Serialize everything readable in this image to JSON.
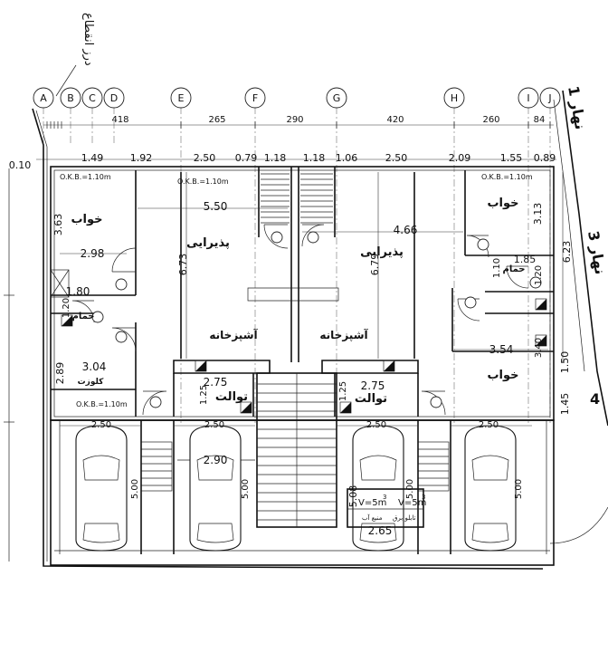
{
  "title": {
    "expansion_joint": "درز انقطاع"
  },
  "grid_axes": [
    "A",
    "B",
    "C",
    "D",
    "E",
    "F",
    "G",
    "H",
    "I",
    "J"
  ],
  "top_dimensions": [
    "418",
    "265",
    "290",
    "420",
    "260",
    "84"
  ],
  "wall_dimensions": [
    "1.49",
    "1.92",
    "2.50",
    "0.79",
    "1.18",
    "1.18",
    "1.06",
    "2.50",
    "2.09",
    "1.55",
    "0.89",
    "0.10"
  ],
  "streets": {
    "street_1": "نهار 1",
    "street_3": "نهار 3",
    "street_4": "4"
  },
  "left_dims": [
    "3.63",
    "2.98",
    "1.80",
    "1.20",
    "2.89",
    "3.04"
  ],
  "right_dims": [
    "3.13",
    "1.85",
    "6.23",
    "1.20",
    "1.10",
    "3.54",
    "3.40",
    "1.50",
    "1.45"
  ],
  "center_dims": [
    "5.50",
    "6.73",
    "4.66",
    "6.79",
    "2.75",
    "1.25",
    "2.75",
    "1.25",
    "2.90",
    "5.08",
    "2.65"
  ],
  "ok_b": [
    "O.K.B.=1.10m",
    "O.K.B.=1.10m",
    "O.K.B.=1.10m",
    "O.K.B.=1.10m"
  ],
  "rooms": {
    "bedroom_l": "خواب",
    "bedroom_r1": "خواب",
    "bedroom_r2": "خواب",
    "living_l": "پذیرایی",
    "living_r": "پذیرایی",
    "kitchen_l": "آشپزخانه",
    "kitchen_r": "آشپزخانه",
    "wc_l": "توالت",
    "wc_r": "توالت",
    "bath": "حمام",
    "bath_r": "حمام",
    "closet": "کلوزت"
  },
  "parking": {
    "space_width": "2.50",
    "space_length": "5.00"
  },
  "tank": {
    "v1": "V=5m",
    "v2": "V=5m",
    "sup": "3",
    "label_a": "منبع آب",
    "label_b": "تابلو برق"
  }
}
